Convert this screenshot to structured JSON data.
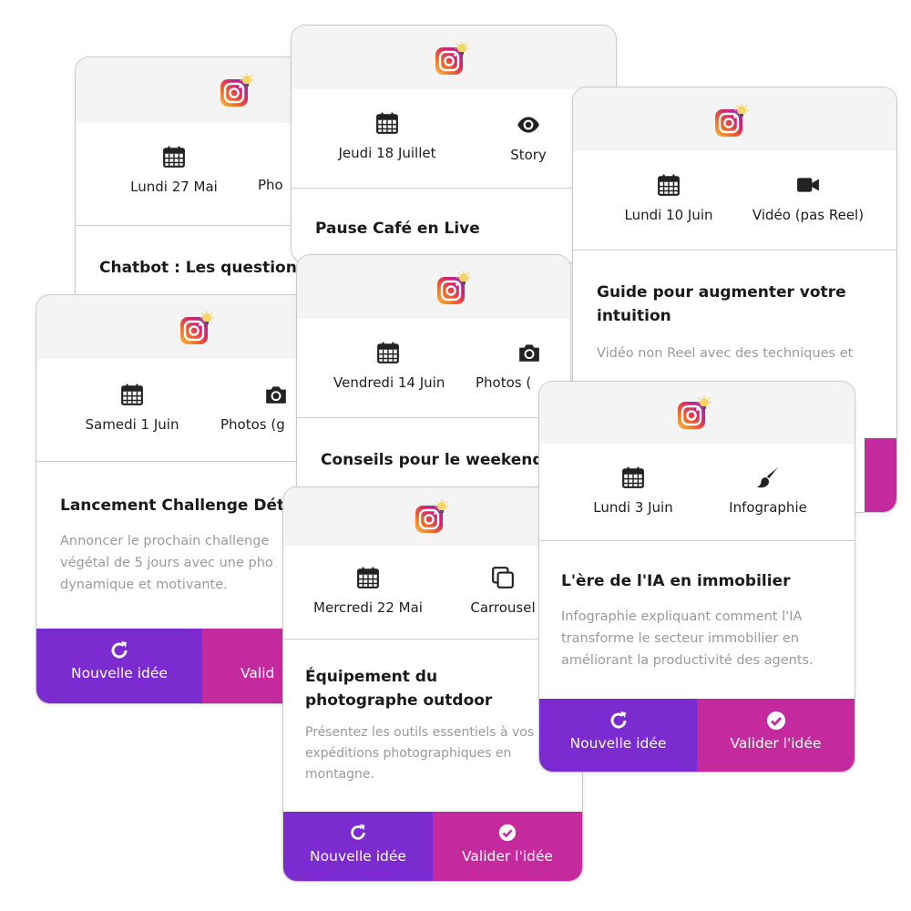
{
  "cards": [
    {
      "date": "Lundi 27 Mai",
      "format": "Pho",
      "title": "Chatbot : Les questions"
    },
    {
      "date": "Jeudi 18 Juillet",
      "format": "Story",
      "title": "Pause Café en Live"
    },
    {
      "date": "Lundi 10 Juin",
      "format": "Vidéo (pas Reel)",
      "title": "Guide pour augmenter votre intuition",
      "description": "Vidéo non Reel avec des techniques et"
    },
    {
      "date": "Samedi 1 Juin",
      "format": "Photos (g",
      "title": "Lancement Challenge Déto",
      "description": "Annoncer le prochain challenge végétal de 5 jours avec une pho dynamique et motivante.",
      "new_label": "Nouvelle idée",
      "validate_label": "Valid"
    },
    {
      "date": "Vendredi 14 Juin",
      "format": "Photos (",
      "title": "Conseils pour le weekend"
    },
    {
      "date": "Mercredi 22 Mai",
      "format": "Carrousel",
      "title": "Équipement du photographe outdoor",
      "description": "Présentez les outils essentiels à vos expéditions photographiques en montagne.",
      "new_label": "Nouvelle idée",
      "validate_label": "Valider l'idée"
    },
    {
      "date": "Lundi 3 Juin",
      "format": "Infographie",
      "title": "L'ère de l'IA en immobilier",
      "description": "Infographie expliquant comment l'IA transforme le secteur immobilier en améliorant la productivité des agents.",
      "new_label": "Nouvelle idée",
      "validate_label": "Valider l'idée"
    }
  ],
  "colors": {
    "new_button": "#7b2bd0",
    "validate_button": "#c42a9e",
    "header_bg": "#f4f4f4"
  },
  "icons": [
    "instagram-idea-icon",
    "calendar-icon",
    "eye-icon",
    "camera-icon",
    "video-camera-icon",
    "carousel-icon",
    "brush-icon",
    "refresh-icon",
    "check-circle-icon"
  ]
}
